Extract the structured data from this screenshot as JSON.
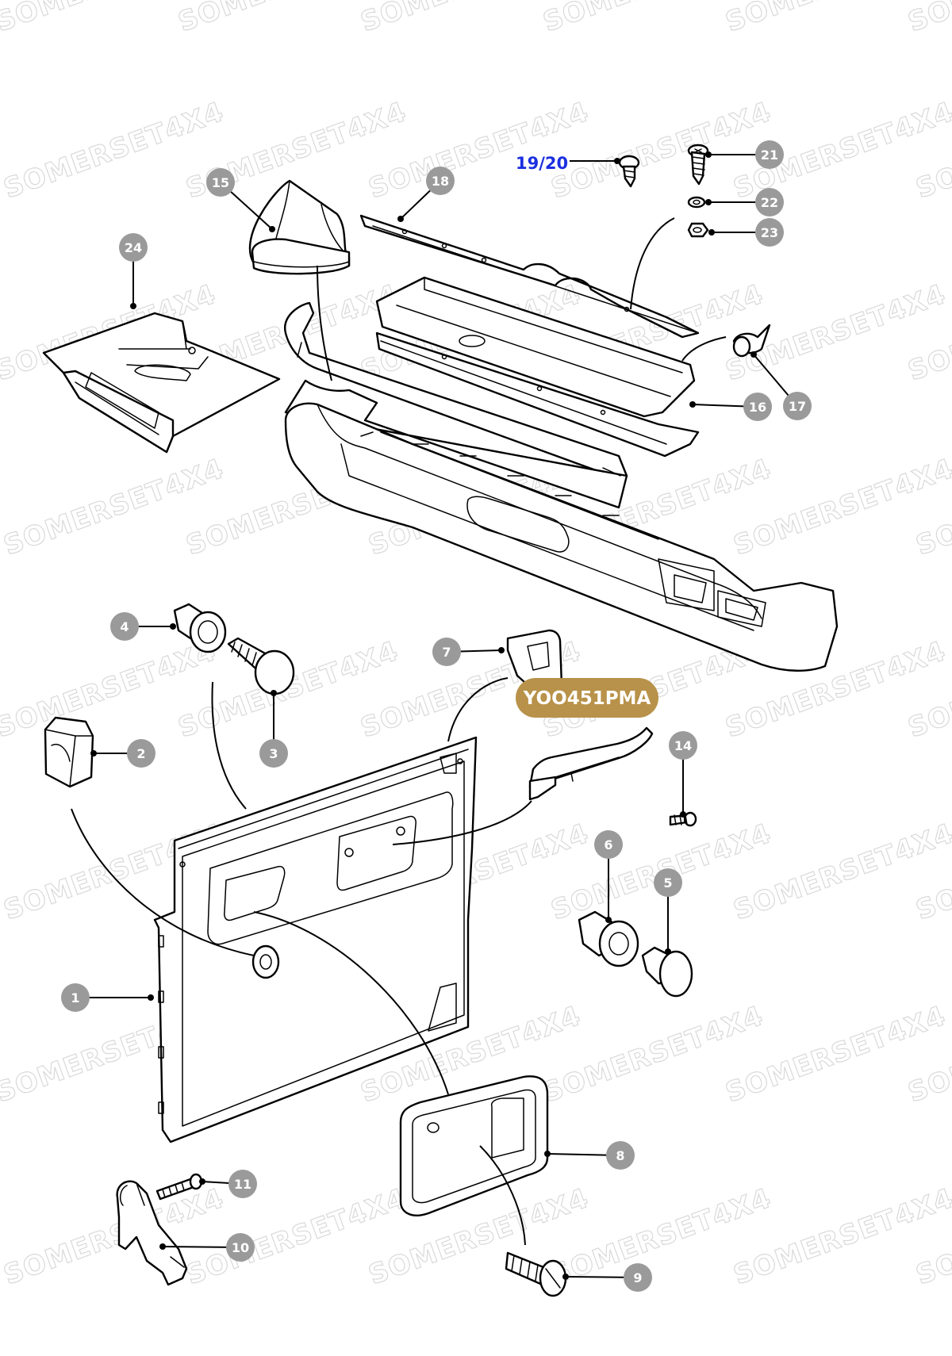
{
  "watermark": "SOMERSET4X4",
  "part_code": "YOO451PMA",
  "reference_label": "19/20",
  "callouts": {
    "c1": "1",
    "c2": "2",
    "c3": "3",
    "c4": "4",
    "c5": "5",
    "c6": "6",
    "c7": "7",
    "c8": "8",
    "c9": "9",
    "c10": "10",
    "c11": "11",
    "c14": "14",
    "c15": "15",
    "c16": "16",
    "c17": "17",
    "c18": "18",
    "c21": "21",
    "c22": "22",
    "c23": "23",
    "c24": "24"
  },
  "colors": {
    "callout_bubble": "#9a9a9a",
    "reference_label": "#1a2fe0",
    "part_code_pill": "#b8924a",
    "watermark": "#d9d9d9",
    "line_art": "#000000"
  }
}
